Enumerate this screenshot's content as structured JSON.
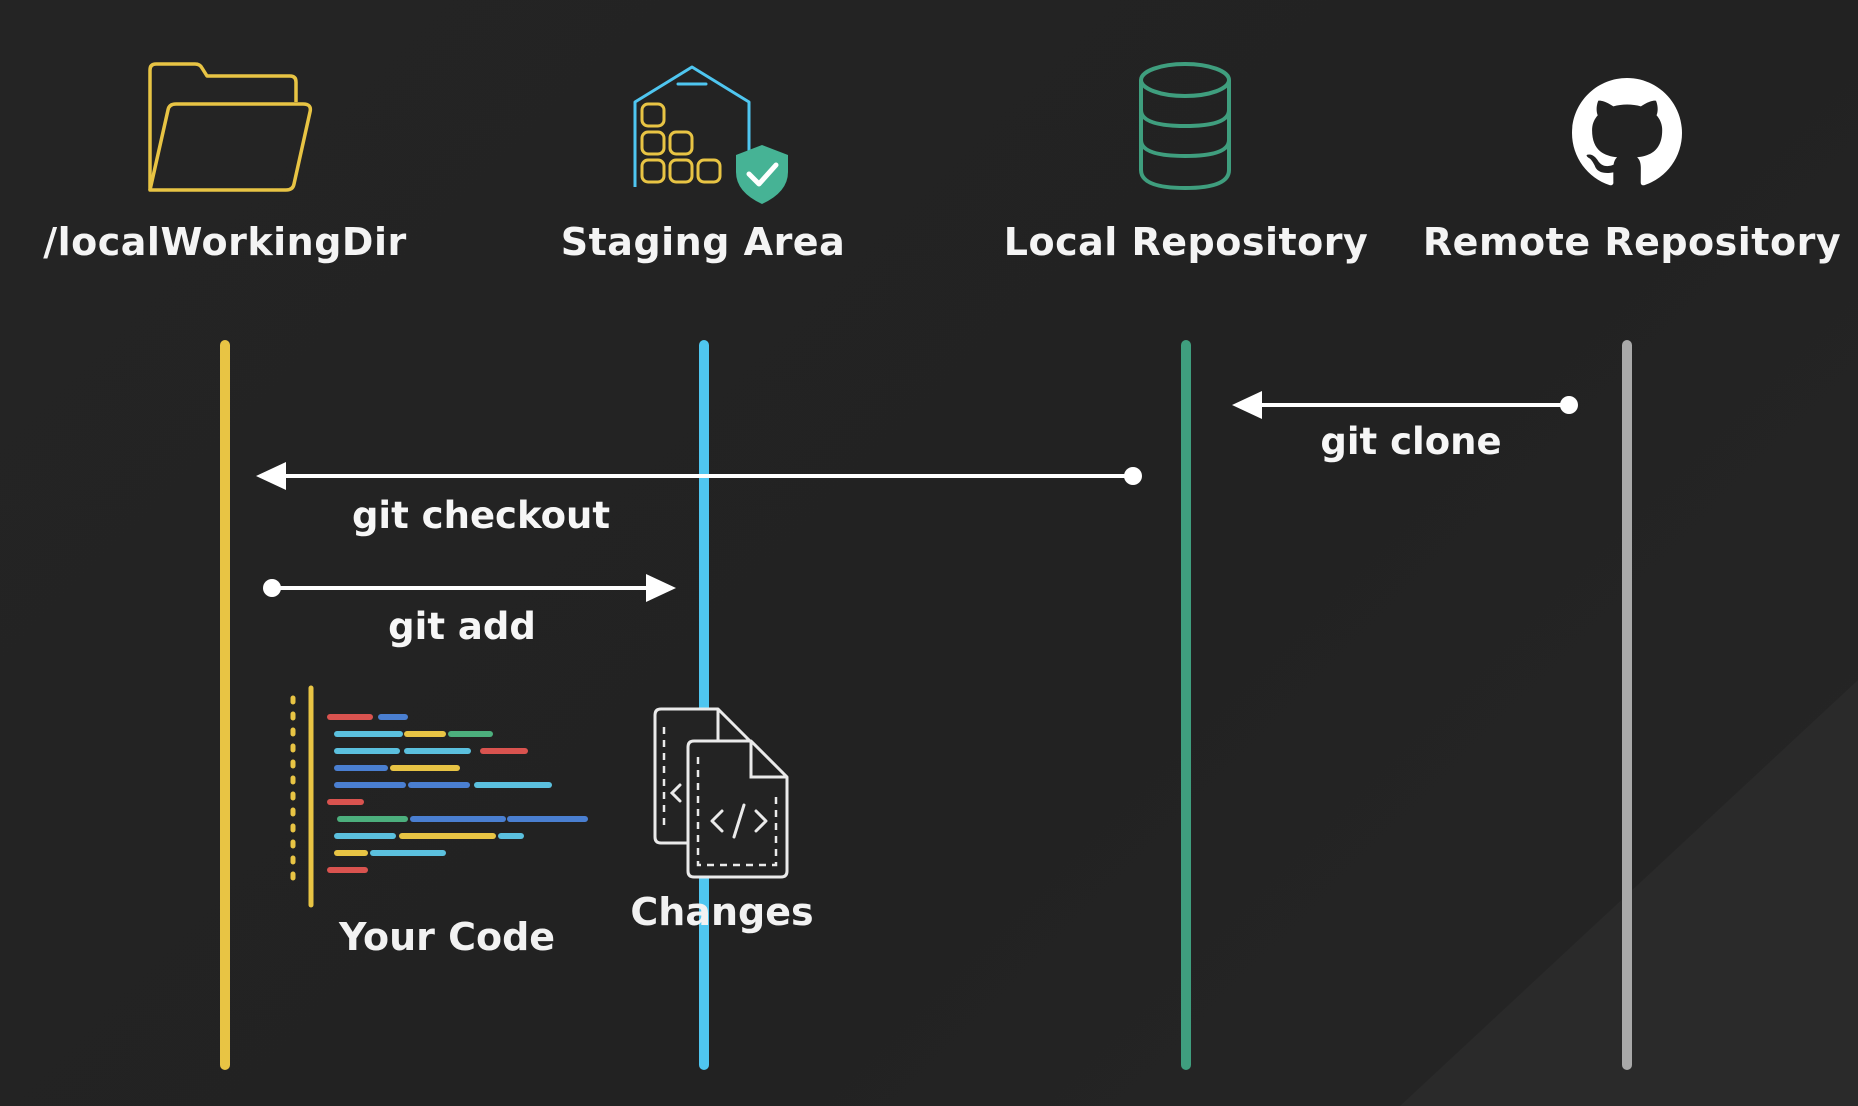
{
  "columns": [
    {
      "label": "/localWorkingDir",
      "icon": "folder-icon",
      "lane_color": "#e8c444"
    },
    {
      "label": "Staging Area",
      "icon": "staging-warehouse-icon",
      "lane_color": "#4fc6f0"
    },
    {
      "label": "Local Repository",
      "icon": "database-icon",
      "lane_color": "#3f9e7e"
    },
    {
      "label": "Remote Repository",
      "icon": "github-icon",
      "lane_color": "#a9a9a9"
    }
  ],
  "commands": {
    "clone": "git clone",
    "checkout": "git checkout",
    "add": "git add"
  },
  "captions": {
    "code": "Your Code",
    "changes": "Changes"
  },
  "colors": {
    "background": "#232323",
    "arrow": "#ffffff",
    "yellow": "#e8c444",
    "blue": "#4fc6f0",
    "green": "#3f9e7e",
    "gray": "#a9a9a9",
    "code_red": "#d9534f",
    "code_blue": "#4a7fd1",
    "code_teal": "#5bc0de",
    "code_green": "#4caf7d"
  }
}
